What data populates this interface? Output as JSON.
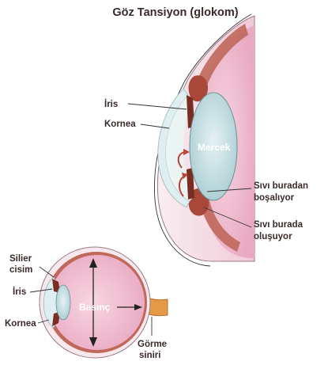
{
  "title": "Göz Tansiyon (glokom)",
  "large_eye": {
    "labels": {
      "iris": "İris",
      "cornea": "Kornea",
      "lens": "Mercek",
      "fluid_drains_1": "Sıvı buradan",
      "fluid_drains_2": "boşalıyor",
      "fluid_produced_1": "Sıvı burada",
      "fluid_produced_2": "oluşuyor"
    }
  },
  "small_eye": {
    "labels": {
      "ciliary_1": "Silier",
      "ciliary_2": "cisim",
      "iris": "İris",
      "cornea": "Kornea",
      "pressure": "Basınç",
      "optic_1": "Görme",
      "optic_2": "siniri"
    }
  },
  "colors": {
    "eyeball_pink": "#f3c6d8",
    "sclera_rim": "#f8e6ec",
    "tissue_red": "#b8574a",
    "lens_blue": "#d2e8ea",
    "nerve_orange": "#d98a3a"
  }
}
